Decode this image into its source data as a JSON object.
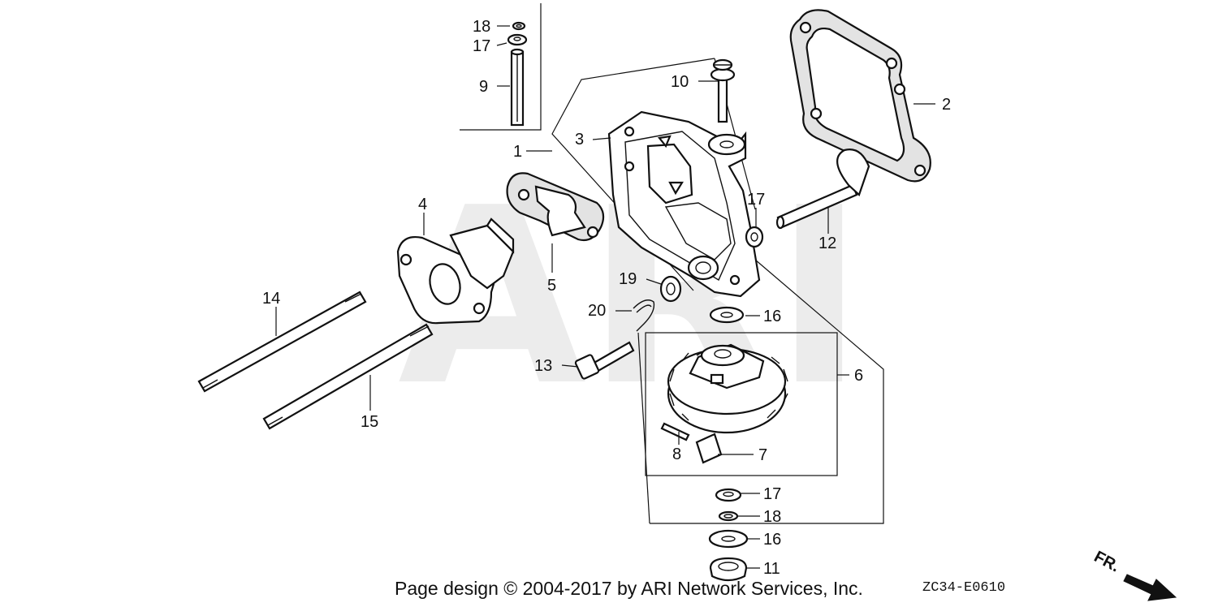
{
  "watermark": "ARI",
  "callouts": [
    {
      "id": "c1",
      "label": "1"
    },
    {
      "id": "c2",
      "label": "2"
    },
    {
      "id": "c3",
      "label": "3"
    },
    {
      "id": "c4",
      "label": "4"
    },
    {
      "id": "c5",
      "label": "5"
    },
    {
      "id": "c6",
      "label": "6"
    },
    {
      "id": "c7",
      "label": "7"
    },
    {
      "id": "c8",
      "label": "8"
    },
    {
      "id": "c9",
      "label": "9"
    },
    {
      "id": "c10",
      "label": "10"
    },
    {
      "id": "c11",
      "label": "11"
    },
    {
      "id": "c12",
      "label": "12"
    },
    {
      "id": "c13",
      "label": "13"
    },
    {
      "id": "c14",
      "label": "14"
    },
    {
      "id": "c15",
      "label": "15"
    },
    {
      "id": "c16a",
      "label": "16"
    },
    {
      "id": "c16b",
      "label": "16"
    },
    {
      "id": "c17a",
      "label": "17"
    },
    {
      "id": "c17b",
      "label": "17"
    },
    {
      "id": "c17c",
      "label": "17"
    },
    {
      "id": "c18a",
      "label": "18"
    },
    {
      "id": "c18b",
      "label": "18"
    },
    {
      "id": "c19",
      "label": "19"
    },
    {
      "id": "c20",
      "label": "20"
    }
  ],
  "footer": {
    "copyright": "Page design © 2004-2017 by ARI Network Services, Inc.",
    "diagram_code": "ZC34-E0610",
    "direction_label": "FR."
  }
}
